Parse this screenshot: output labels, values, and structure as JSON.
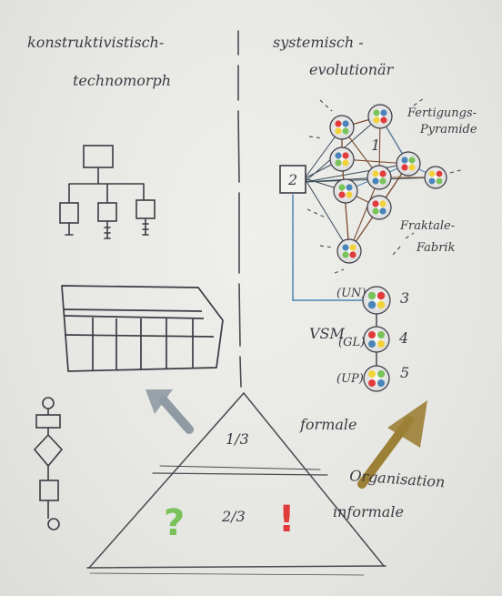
{
  "left": {
    "heading_line1": "konstruktivistisch-",
    "heading_line2": "technomorph"
  },
  "right": {
    "heading_line1": "systemisch -",
    "heading_line2": "evolutionär",
    "label_pyramid_line1": "Fertigungs-",
    "label_pyramid_line2": "Pyramide",
    "label_fractal_line1": "Fraktale-",
    "label_fractal_line2": "Fabrik",
    "box_number": "2",
    "inner_number": "1",
    "vsm_label": "VSM",
    "vsm_sub": "(GL)",
    "level_un": "(UN)",
    "level_up": "(UP)",
    "numbers": [
      "3",
      "4",
      "5"
    ]
  },
  "pyramid": {
    "top_fraction": "1/3",
    "bottom_fraction": "2/3",
    "question_mark": "?",
    "exclamation_mark": "!",
    "label_formal": "formale",
    "label_organisation": "Organisation",
    "label_informal": "informale"
  },
  "colors": {
    "ink": "#3b3b44",
    "arrow_gray": "#8f9aa2",
    "arrow_brown": "#9c8036",
    "question_green": "#79c35a",
    "exclamation_red": "#e23b3b",
    "connector_blue": "#4a84b8",
    "connector_brown": "#7b4a2e"
  }
}
